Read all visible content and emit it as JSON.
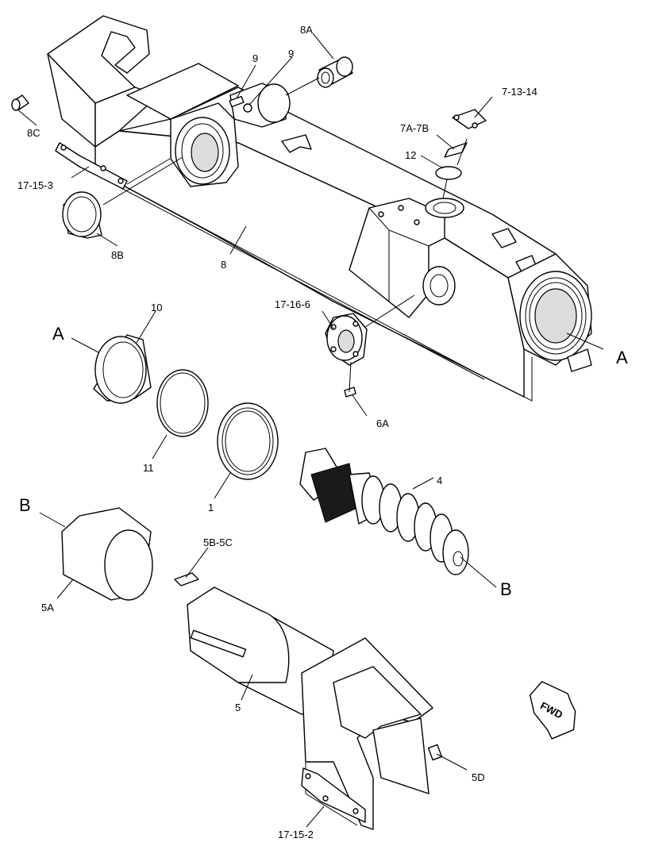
{
  "labels": {
    "l_8A": "8A",
    "l_9a": "9",
    "l_9b": "9",
    "l_7_13_14": "7-13-14",
    "l_7A_7B": "7A-7B",
    "l_12": "12",
    "l_8C": "8C",
    "l_17_15_3": "17-15-3",
    "l_8B": "8B",
    "l_8": "8",
    "l_17_16_6": "17-16-6",
    "l_6A": "6A",
    "l_A_left": "A",
    "l_A_right": "A",
    "l_10": "10",
    "l_11": "11",
    "l_1": "1",
    "l_4": "4",
    "l_B_left": "B",
    "l_B_right": "B",
    "l_5B_5C": "5B-5C",
    "l_5A": "5A",
    "l_5": "5",
    "l_5D": "5D",
    "l_17_15_2": "17-15-2"
  },
  "fwd_badge": "FWD"
}
